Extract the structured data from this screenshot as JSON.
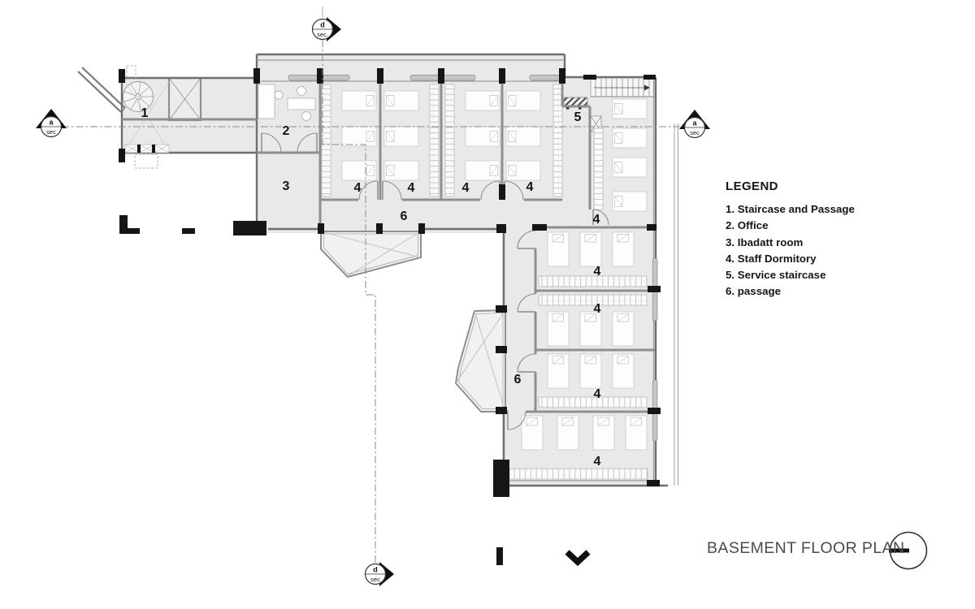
{
  "legend": {
    "heading": "LEGEND",
    "items": [
      "1. Staircase and Passage",
      "2. Office",
      "3. Ibadatt room",
      "4. Staff Dormitory",
      "5. Service staircase",
      "6. passage"
    ]
  },
  "title_block": {
    "title": "BASEMENT FLOOR PLAN"
  },
  "section_markers": {
    "top": {
      "letter": "d",
      "label": "sec."
    },
    "bottom": {
      "letter": "d",
      "label": "sec"
    },
    "left": {
      "letter": "a",
      "label": "sec"
    },
    "right": {
      "letter": "a",
      "label": "sec"
    }
  },
  "plan": {
    "room_labels": [
      "1",
      "2",
      "3",
      "4",
      "4",
      "4",
      "4",
      "4",
      "4",
      "4",
      "4",
      "4",
      "5",
      "6",
      "6"
    ]
  },
  "colors": {
    "room_fill": "#e9e9e9",
    "wall_grey": "#8f8f8f",
    "ink": "#141414"
  }
}
